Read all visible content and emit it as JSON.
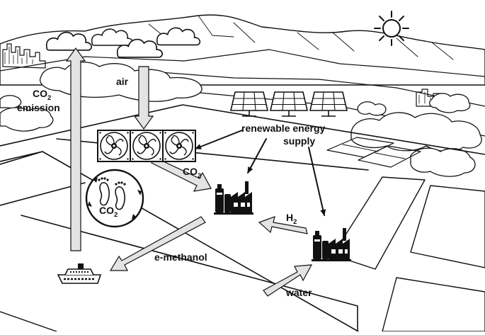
{
  "labels": {
    "air": "air",
    "co2_emission_prefix": "CO",
    "co2_emission_sub": "2",
    "co2_emission_word": "emission",
    "renewable_line1": "renewable energy",
    "renewable_line2": "supply",
    "co2_flow_prefix": "CO",
    "co2_flow_sub": "2",
    "h2_prefix": "H",
    "h2_sub": "2",
    "e_methanol": "e-methanol",
    "water": "water",
    "footprint_prefix": "CO",
    "footprint_sub": "2"
  },
  "icons": {
    "sun": "sun-icon",
    "solar": "solar-panel-icon",
    "fan": "fan-icon",
    "factory": "factory-icon",
    "ship": "ship-icon",
    "footprint": "footprint-icon"
  },
  "colors": {
    "ink": "#111111",
    "arrow_fill": "#e3e3e3",
    "background": "#ffffff"
  }
}
